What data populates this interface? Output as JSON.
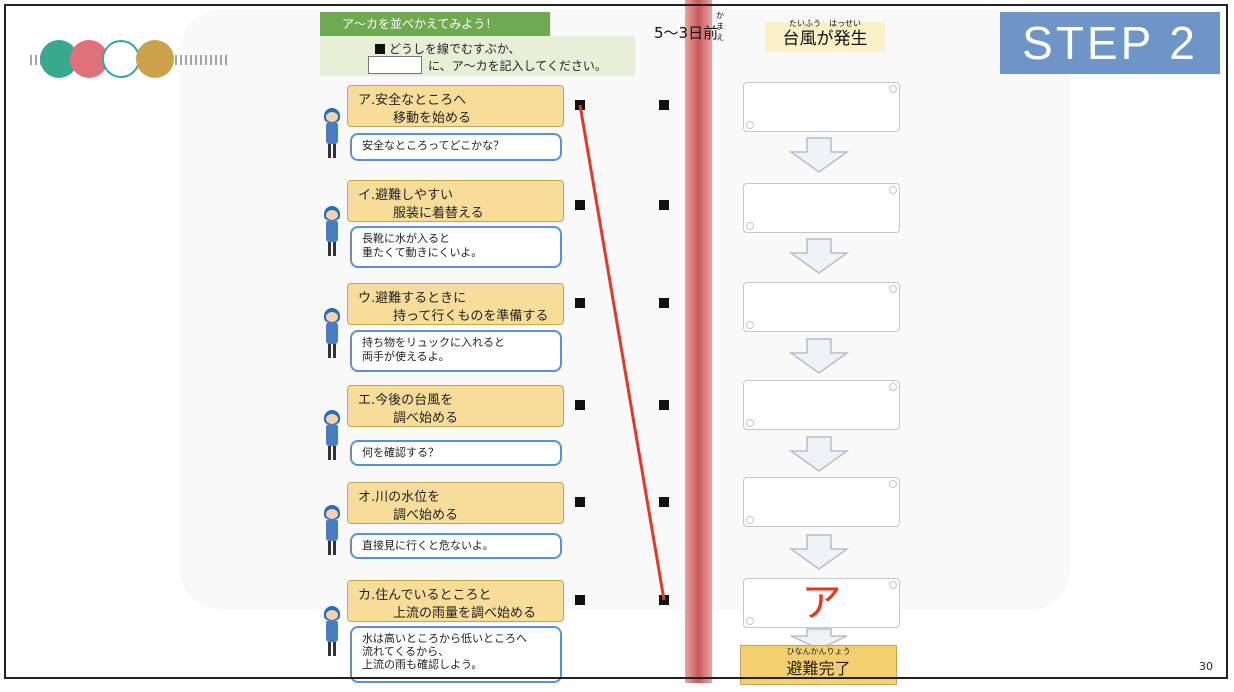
{
  "step_label": "STEP 2",
  "header": {
    "activity": "ア〜カを並べかえてみよう！",
    "instruction_1": "どうしを線でむすぶか、",
    "instruction_2": "に、ア〜カを記入してください。"
  },
  "rows": [
    {
      "line1": "ア.安全なところへ",
      "line2": "移動を始める",
      "hint": "安全なところってどこかな？"
    },
    {
      "line1": "イ.避難しやすい",
      "line2": "服装に着替える",
      "hint": "長靴に水が入ると\n重たくて動きにくいよ。"
    },
    {
      "line1": "ウ.避難するときに",
      "line2": "持って行くものを準備する",
      "hint": "持ち物をリュックに入れると\n両手が使えるよ。"
    },
    {
      "line1": "エ.今後の台風を",
      "line2": "調べ始める",
      "hint": "何を確認する？"
    },
    {
      "line1": "オ.川の水位を",
      "line2": "調べ始める",
      "hint": "直接見に行くと危ないよ。"
    },
    {
      "line1": "カ.住んでいるところと",
      "line2": "上流の雨量を調べ始める",
      "hint": "水は高いところから低いところへ\n流れてくるから、\n上流の雨も確認しよう。"
    }
  ],
  "timeline": {
    "timing": "5〜3日前",
    "timing_ruby": "かまえ",
    "title": "台風が発生",
    "title_ruby": "たいふう　はっせい",
    "answers": [
      "",
      "",
      "",
      "",
      "",
      "ア"
    ],
    "final": "避難完了",
    "final_ruby": "ひなんかんりょう"
  },
  "page_number": "30",
  "colors": {
    "step_bg": "#6d95c6",
    "header_green": "#6fa950",
    "card": "#f7dc9a",
    "hint_border": "#5e8fcf",
    "connector": "#e23a2a",
    "answer": "#e03820",
    "logo_circles": [
      "#3aa88f",
      "#e0707a",
      "#ffffff",
      "#c9a24a"
    ]
  }
}
